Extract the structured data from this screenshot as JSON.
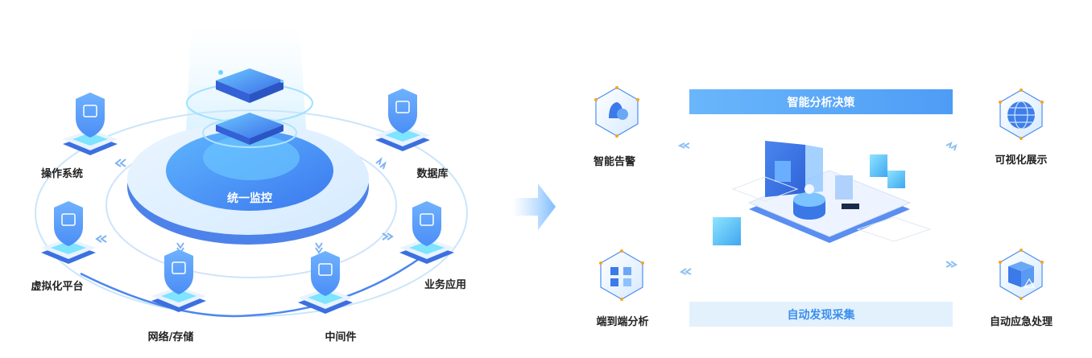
{
  "left_diagram": {
    "center_label": "统一监控",
    "nodes": [
      {
        "label": "操作系统",
        "icon": "os-monitor-icon"
      },
      {
        "label": "虚拟化平台",
        "icon": "server-cloud-icon"
      },
      {
        "label": "网络/存储",
        "icon": "network-cloud-icon"
      },
      {
        "label": "中间件",
        "icon": "chart-screen-icon"
      },
      {
        "label": "业务应用",
        "icon": "app-cube-icon"
      },
      {
        "label": "数据库",
        "icon": "database-icon"
      }
    ]
  },
  "transition_arrow": "right-arrow-icon",
  "right_diagram": {
    "top_bar": "智能分析决策",
    "bottom_bar": "自动发现采集",
    "nodes": [
      {
        "label": "智能告警",
        "icon": "bell-gear-icon"
      },
      {
        "label": "可视化展示",
        "icon": "globe-icon"
      },
      {
        "label": "端到端分析",
        "icon": "cubes-network-icon"
      },
      {
        "label": "自动应急处理",
        "icon": "box-warning-icon"
      }
    ]
  },
  "colors": {
    "primary": "#4e9cf6",
    "light": "#e3f1fd",
    "dark_blue": "#3b6fe0",
    "cyan": "#6fe0ff",
    "orange_dot": "#f5a623",
    "text": "#222222"
  }
}
